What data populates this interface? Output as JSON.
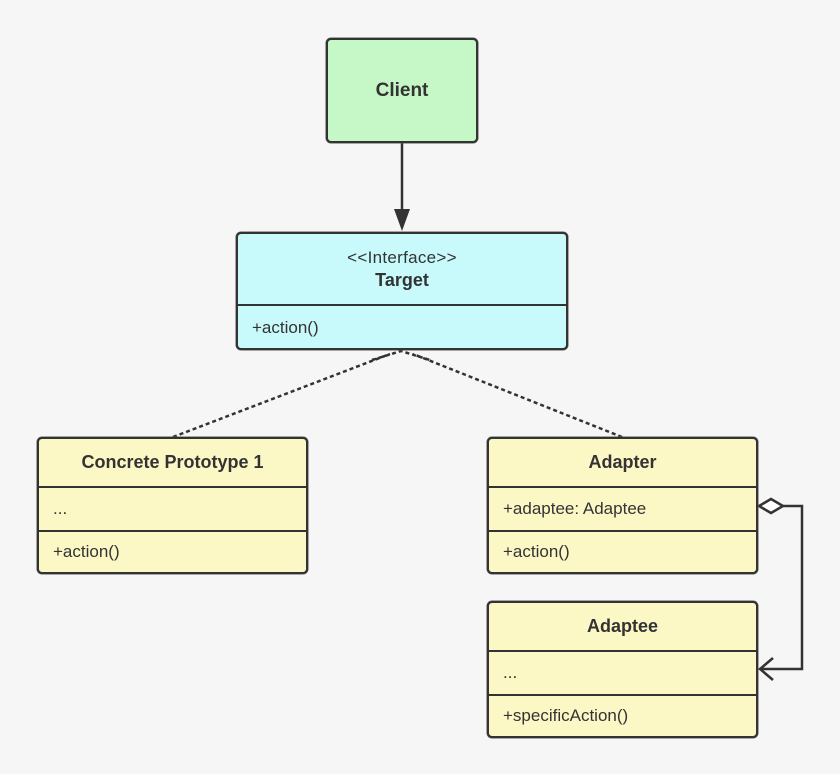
{
  "colors": {
    "client_bg": "#c6f7c6",
    "interface_bg": "#c8fafc",
    "class_bg": "#fbf8c6",
    "line": "#333333"
  },
  "client": {
    "label": "Client"
  },
  "target": {
    "stereotype": "<<Interface>>",
    "name": "Target",
    "operation": "+action()"
  },
  "concrete": {
    "name": "Concrete Prototype 1",
    "attribute": "...",
    "operation": "+action()"
  },
  "adapter": {
    "name": "Adapter",
    "attribute": "+adaptee: Adaptee",
    "operation": "+action()"
  },
  "adaptee": {
    "name": "Adaptee",
    "attribute": "...",
    "operation": "+specificAction()"
  },
  "relations": [
    {
      "from": "Client",
      "to": "Target",
      "type": "association"
    },
    {
      "from": "Concrete Prototype 1",
      "to": "Target",
      "type": "realization"
    },
    {
      "from": "Adapter",
      "to": "Target",
      "type": "realization"
    },
    {
      "from": "Adapter",
      "to": "Adaptee",
      "type": "aggregation"
    }
  ]
}
